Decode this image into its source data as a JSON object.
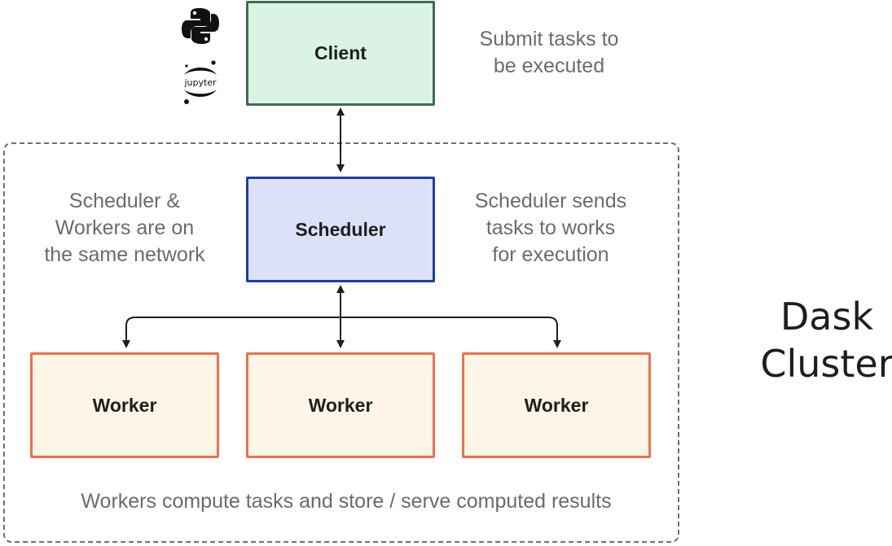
{
  "diagram": {
    "client_label": "Client",
    "scheduler_label": "Scheduler",
    "workers": [
      {
        "label": "Worker"
      },
      {
        "label": "Worker"
      },
      {
        "label": "Worker"
      }
    ],
    "notes": {
      "client": [
        "Submit tasks to",
        "be executed"
      ],
      "network": [
        "Scheduler &",
        "Workers are on",
        "the same network"
      ],
      "scheduler": [
        "Scheduler sends",
        "tasks to works",
        "for execution"
      ],
      "workers": "Workers compute tasks and store / serve computed results"
    },
    "cluster_title": [
      "Dask",
      "Cluster"
    ],
    "icons": {
      "python": "python-logo-icon",
      "jupyter": "jupyter-logo-icon",
      "jupyter_text": "jupyter"
    },
    "colors": {
      "client_fill": "#dbf3e4",
      "client_border": "#3f6b56",
      "scheduler_fill": "#dde1f7",
      "scheduler_border": "#1a3fa8",
      "worker_fill": "#fdf5e6",
      "worker_border": "#f0704a"
    }
  }
}
